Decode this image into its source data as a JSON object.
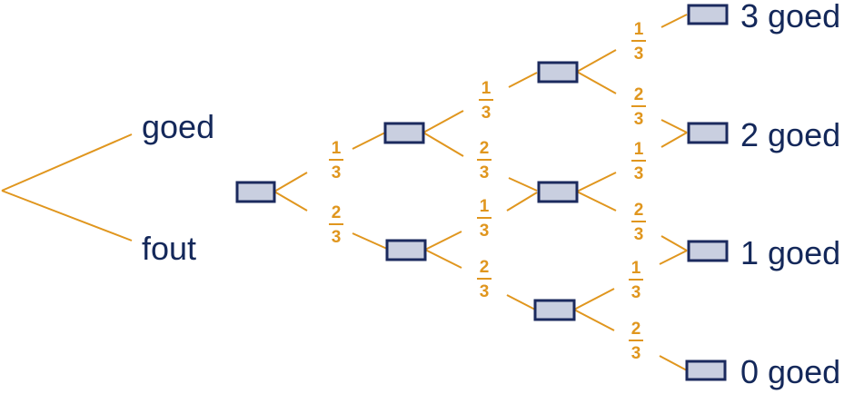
{
  "legend": {
    "upper_label": "goed",
    "lower_label": "fout"
  },
  "outcomes": {
    "three": "3 goed",
    "two": "2 goed",
    "one": "1 goed",
    "zero": "0 goed"
  },
  "probabilities": {
    "goed": {
      "numerator": "1",
      "denominator": "3"
    },
    "fout": {
      "numerator": "2",
      "denominator": "3"
    }
  },
  "colors": {
    "edge": "#e0961e",
    "node_fill": "#c9cfe0",
    "node_stroke": "#1b2a5e",
    "text": "#14285a"
  }
}
